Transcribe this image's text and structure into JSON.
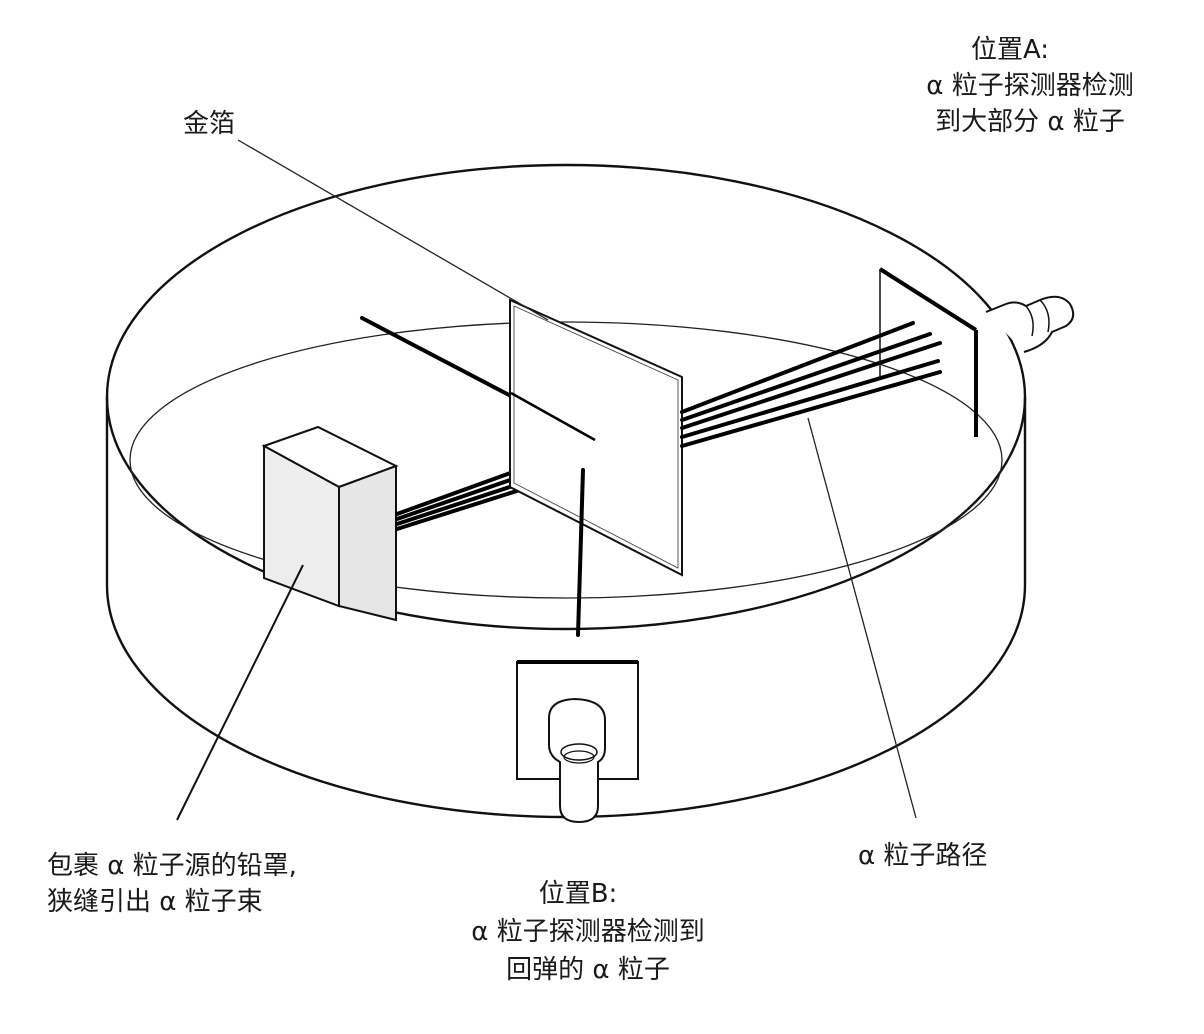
{
  "labels": {
    "gold_foil": "金箔",
    "position_a": {
      "line1": "位置A:",
      "line2": "α 粒子探测器检测",
      "line3": "到大部分  α 粒子"
    },
    "lead_shield": {
      "line1": "包裹 α 粒子源的铅罩,",
      "line2": "狭缝引出 α 粒子束"
    },
    "alpha_path": "α 粒子路径",
    "position_b": {
      "line1": "位置B:",
      "line2": "α 粒子探测器检测到",
      "line3": "回弹的 α 粒子"
    }
  },
  "colors": {
    "line": "#000000",
    "source_front": "#ededed",
    "source_side": "#e6e6e6",
    "background": "#ffffff"
  }
}
